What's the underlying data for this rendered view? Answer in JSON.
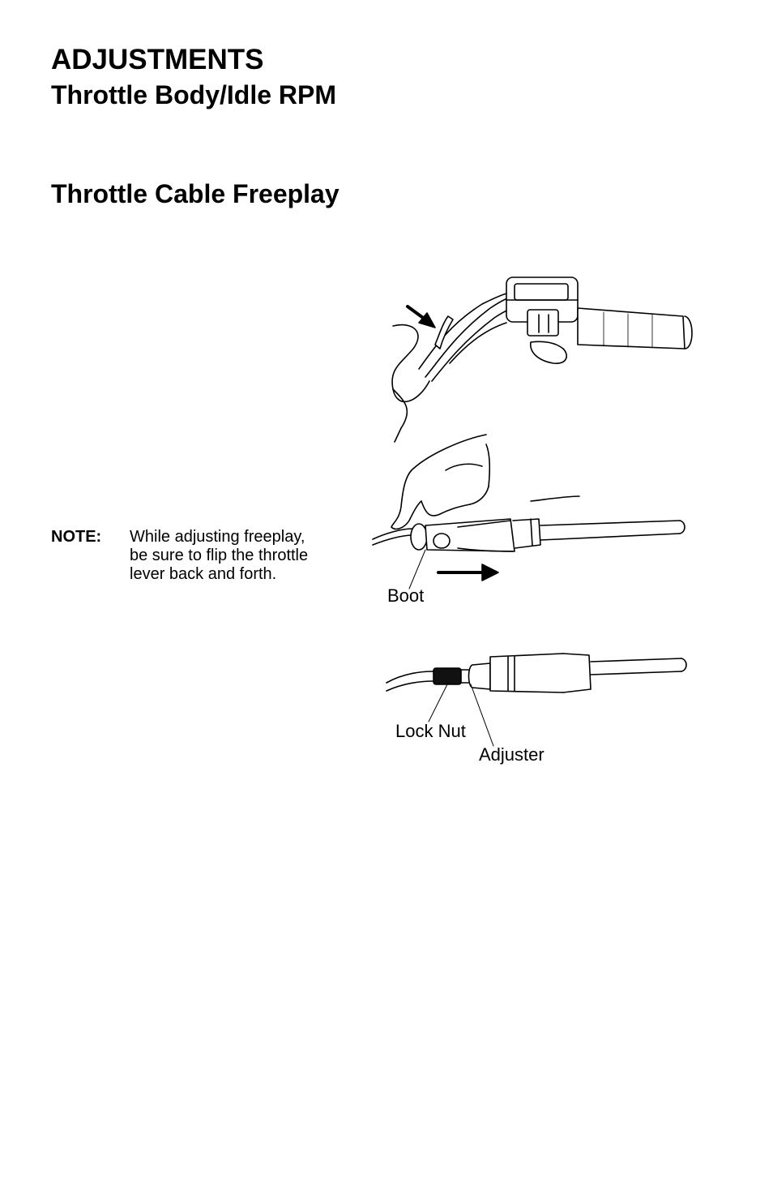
{
  "section_title": "ADJUSTMENTS",
  "subtitle": "Throttle Body/Idle RPM",
  "heading": "Throttle Cable Freeplay",
  "note": {
    "label": "NOTE:",
    "lines": [
      "While adjusting freeplay,",
      "be sure to flip the throttle",
      "lever back and forth."
    ]
  },
  "figure": {
    "callouts": {
      "boot": "Boot",
      "lock_nut": "Lock Nut",
      "adjuster": "Adjuster"
    }
  }
}
